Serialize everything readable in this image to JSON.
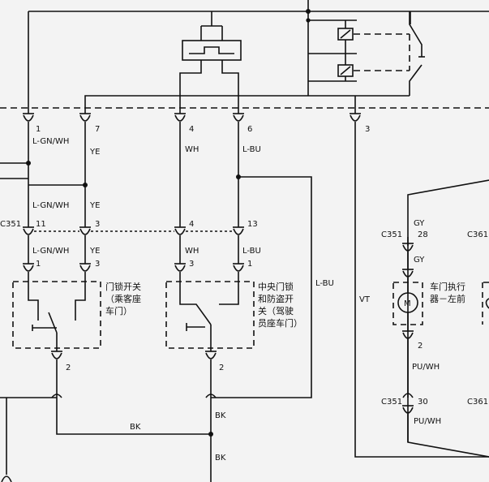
{
  "pins": {
    "p1": "1",
    "p7": "7",
    "p4": "4",
    "p6": "6",
    "p3top": "3",
    "c11": "11",
    "c3": "3",
    "c4": "4",
    "c13": "13",
    "s1": "1",
    "s3a": "3",
    "s3b": "3",
    "s1b": "1",
    "g2a": "2",
    "g2b": "2",
    "m28": "28",
    "m2": "2",
    "m30": "30"
  },
  "wires": {
    "lgnwh": "L-GN/WH",
    "ye": "YE",
    "wh": "WH",
    "lbu": "L-BU",
    "vt": "VT",
    "gy": "GY",
    "puwh": "PU/WH",
    "bk": "BK"
  },
  "connectors": {
    "c351": "C351",
    "c361": "C361"
  },
  "components": {
    "switch1_lines": [
      "门锁开关",
      "（乘客座",
      "车门）"
    ],
    "switch2_lines": [
      "中央门锁",
      "和防盗开",
      "关（驾驶",
      "员座车门）"
    ],
    "actuator_lines": [
      "车门执行",
      "器－左前"
    ],
    "motor_symbol": "M"
  }
}
